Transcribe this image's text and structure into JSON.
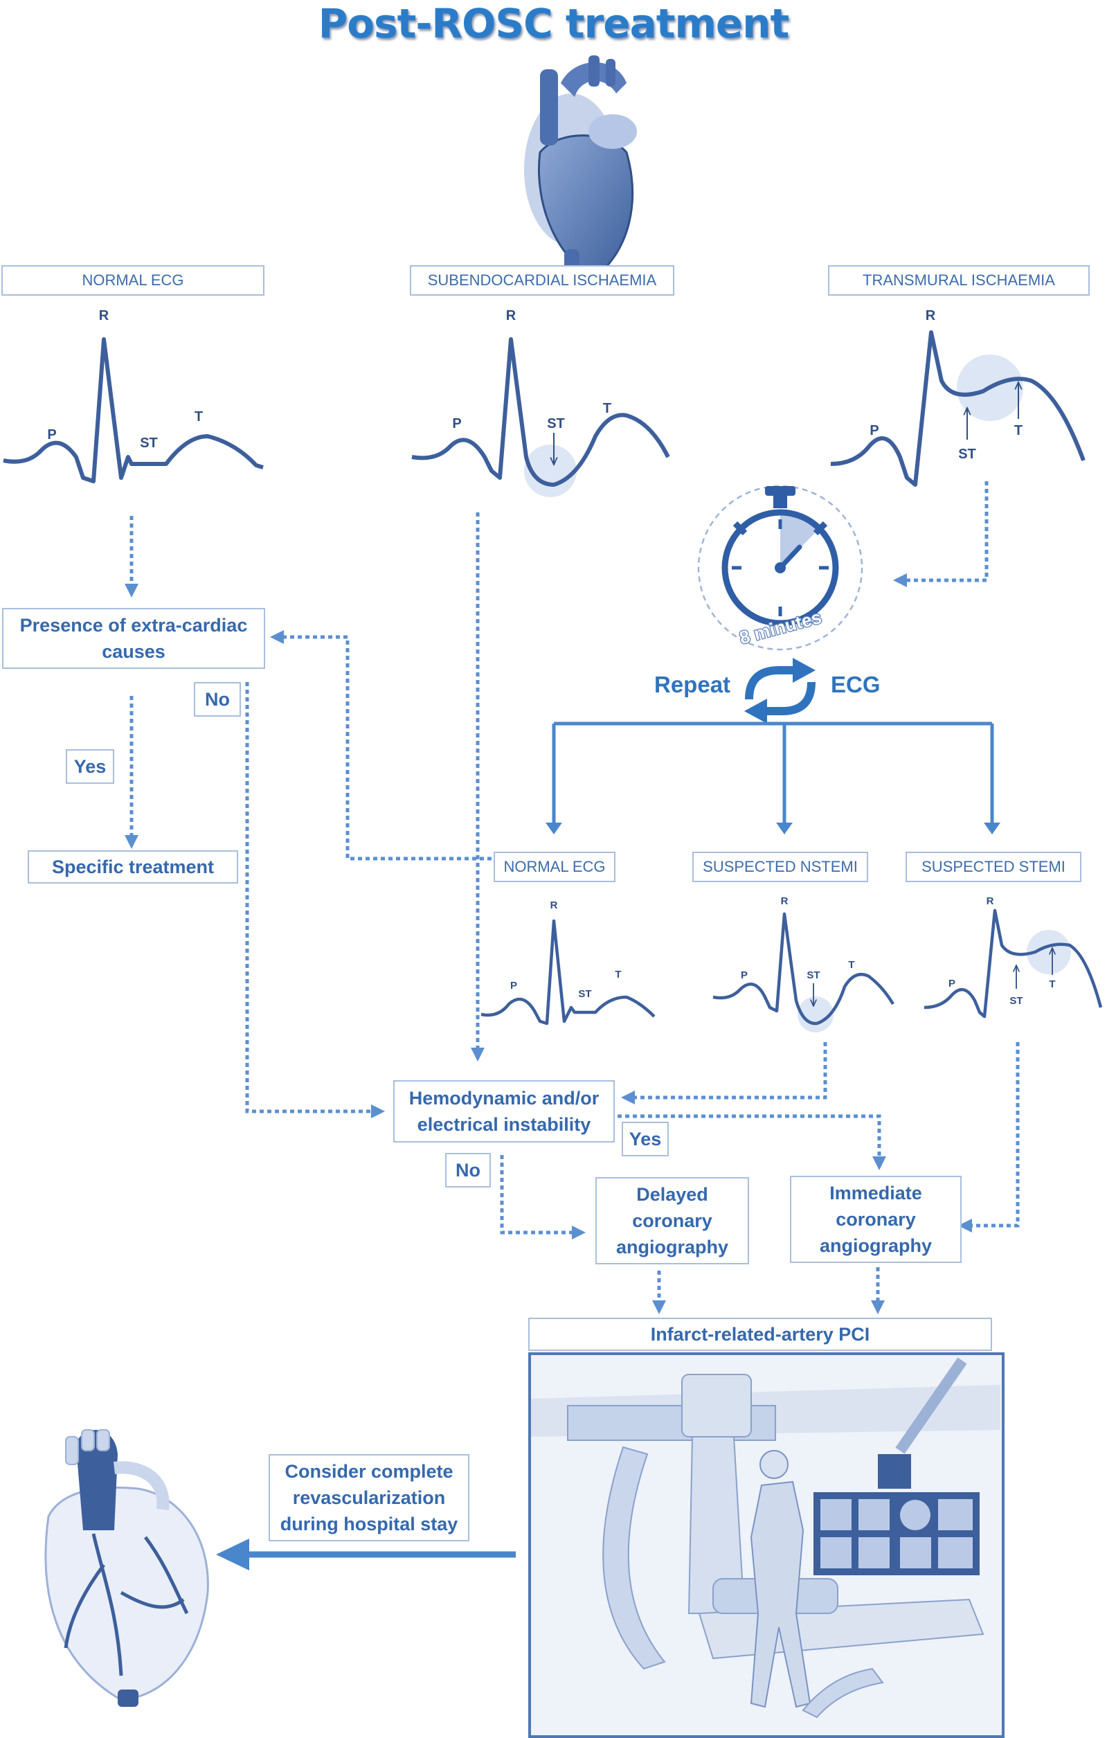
{
  "title": "Post-ROSC treatment",
  "top_headers": {
    "normal_ecg": "NORMAL ECG",
    "subendocardial": "SUBENDOCARDIAL ISCHAEMIA",
    "transmural": "TRANSMURAL ISCHAEMIA"
  },
  "ecg_labels": {
    "p": "P",
    "r": "R",
    "st": "ST",
    "t": "T"
  },
  "timer_label": "8 minutes",
  "repeat_word": "Repeat",
  "ecg_word": "ECG",
  "mid_headers": {
    "normal_ecg": "NORMAL ECG",
    "suspected_nstemi": "SUSPECTED NSTEMI",
    "suspected_stemi": "SUSPECTED STEMI"
  },
  "nodes": {
    "extra_cardiac": "Presence of extra-cardiac causes",
    "specific_treatment": "Specific treatment",
    "instability": "Hemodynamic and/or electrical instability",
    "delayed_angio": "Delayed coronary angiography",
    "immediate_angio": "Immediate coronary angiography",
    "pci": "Infarct-related-artery PCI",
    "complete_revasc": "Consider complete revascularization during hospital stay"
  },
  "answers": {
    "yes": "Yes",
    "no": "No"
  },
  "colors": {
    "accent": "#2f73be",
    "text": "#3568ad",
    "box_border": "#a9bedd",
    "dotted": "#5b8fd0",
    "illustration": "#b9cbe6"
  },
  "icons": [
    "heart-icon",
    "stopwatch-icon",
    "repeat-arrows-icon",
    "cath-lab-illustration",
    "anatomical-heart-icon"
  ]
}
